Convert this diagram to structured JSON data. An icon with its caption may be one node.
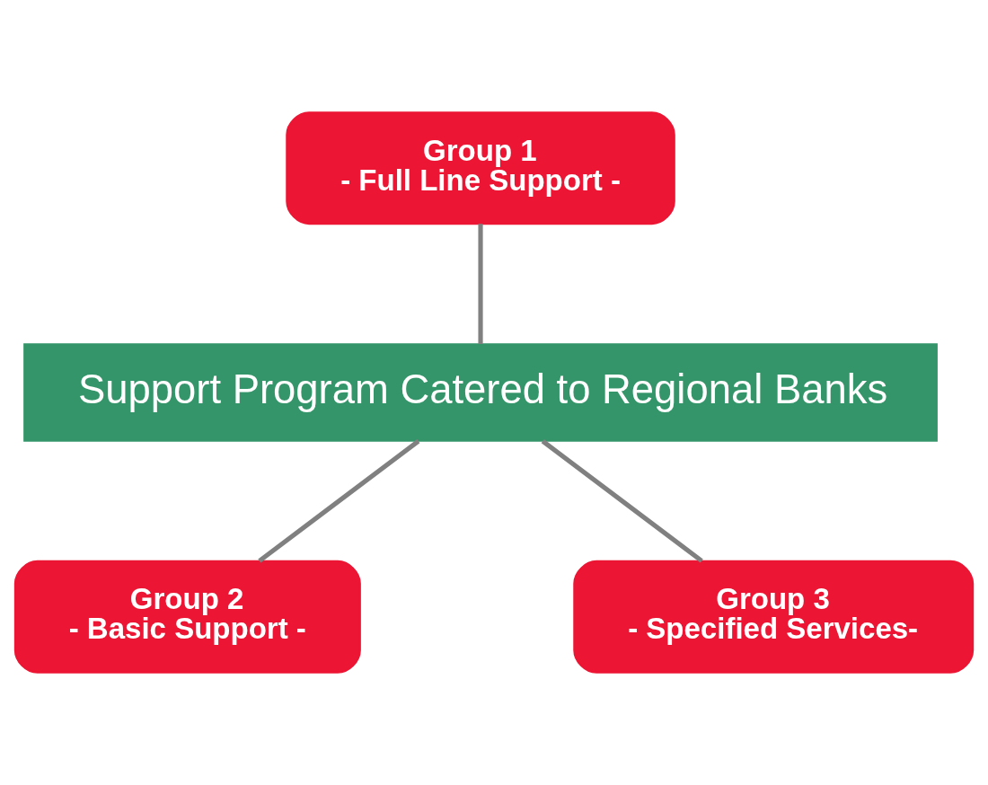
{
  "diagram": {
    "nodes": [
      {
        "text": [
          "Group 1",
          "- Full Line Support -"
        ]
      },
      {
        "text": [
          "Support Program Catered to Regional Banks"
        ]
      },
      {
        "text": [
          "Group 2",
          "- Basic Support -"
        ]
      },
      {
        "text": [
          "Group 3",
          "- Specified Services-"
        ]
      }
    ],
    "edges": [
      {
        "from": 0,
        "to": 1,
        "arrow": "none"
      },
      {
        "from": 1,
        "to": 2,
        "arrow": "none"
      },
      {
        "from": 1,
        "to": 3,
        "arrow": "none"
      }
    ]
  }
}
